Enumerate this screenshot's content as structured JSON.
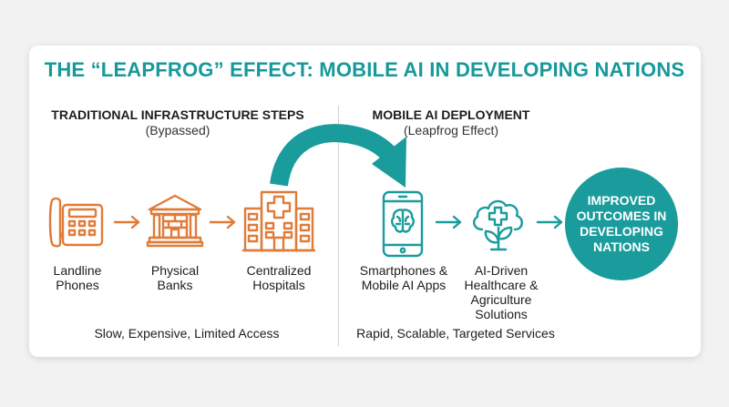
{
  "title": "THE “LEAPFROG” EFFECT: MOBILE AI IN DEVELOPING NATIONS",
  "left": {
    "heading": "TRADITIONAL INFRASTRUCTURE STEPS",
    "subheading": "(Bypassed)",
    "items": [
      {
        "label": "Landline\nPhones",
        "icon": "landline-phone-icon"
      },
      {
        "label": "Physical\nBanks",
        "icon": "bank-icon"
      },
      {
        "label": "Centralized\nHospitals",
        "icon": "hospital-icon"
      }
    ],
    "footer": "Slow, Expensive, Limited Access"
  },
  "right": {
    "heading": "MOBILE AI DEPLOYMENT",
    "subheading": "(Leapfrog Effect)",
    "items": [
      {
        "label": "Smartphones &\nMobile AI Apps",
        "icon": "smartphone-ai-icon"
      },
      {
        "label": "AI-Driven\nHealthcare &\nAgriculture\nSolutions",
        "icon": "cloud-health-plant-icon"
      }
    ],
    "outcome": "IMPROVED\nOUTCOMES IN\nDEVELOPING\nNATIONS",
    "footer": "Rapid, Scalable, Targeted Services"
  },
  "colors": {
    "accent_teal": "#1a9b9c",
    "accent_orange": "#e07b39"
  }
}
